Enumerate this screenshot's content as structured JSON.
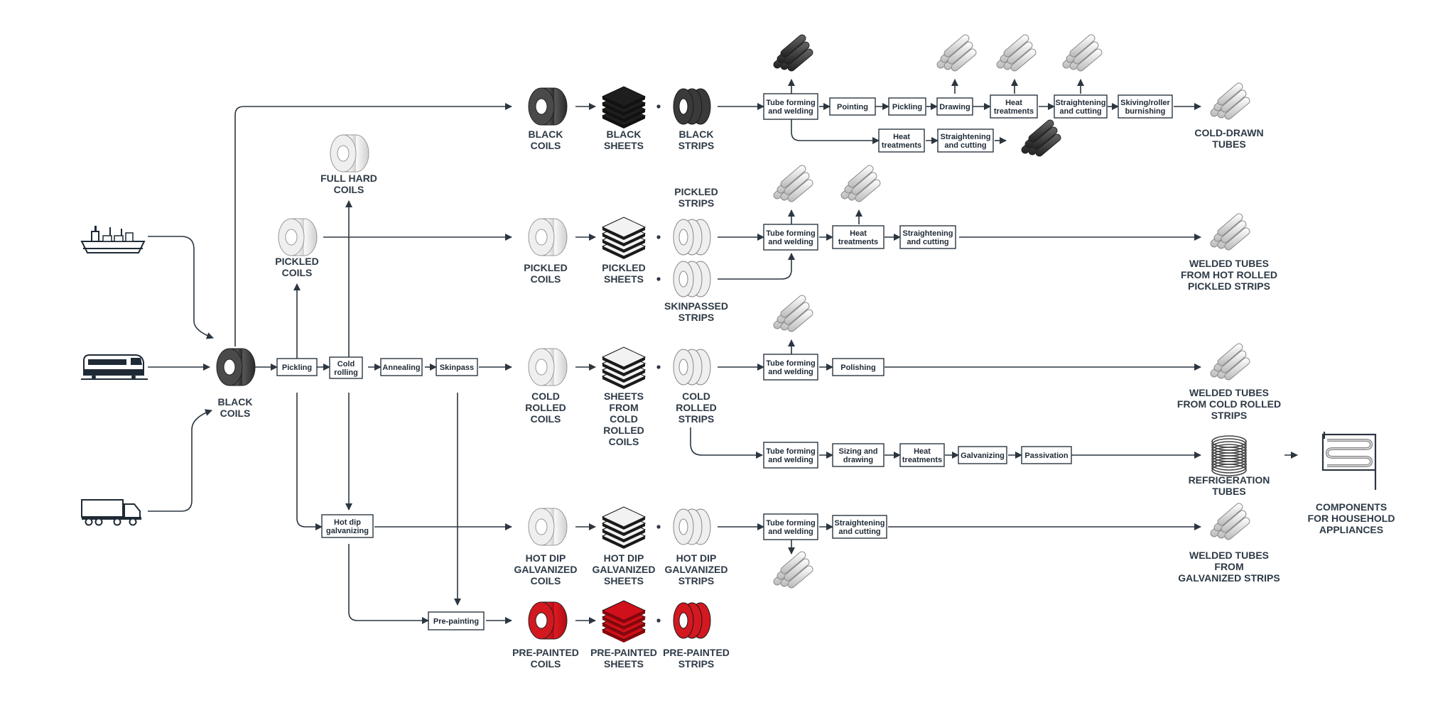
{
  "colors": {
    "ink": "#2b3641",
    "red": "#d0101a",
    "darkCoil": "#3a3a3a",
    "lightCoil": "#e6e6e6"
  },
  "icons": [
    "ship-icon",
    "train-icon",
    "truck-icon",
    "coil-icon",
    "sheet-stack-icon",
    "strip-icon",
    "tube-bundle-icon",
    "refrigeration-coil-icon",
    "appliance-component-icon"
  ],
  "processes": {
    "pickling": "Pickling",
    "cold_rolling": [
      "Cold",
      "rolling"
    ],
    "annealing": "Annealing",
    "skinpass": "Skinpass",
    "hot_dip_galvanizing": [
      "Hot dip",
      "galvanizing"
    ],
    "pre_painting": "Pre-painting",
    "r1": {
      "tube_forming": [
        "Tube forming",
        "and welding"
      ],
      "pointing": "Pointing",
      "pickling": "Pickling",
      "drawing": "Drawing",
      "heat": [
        "Heat",
        "treatments"
      ],
      "straight": [
        "Straightening",
        "and cutting"
      ],
      "skiving": [
        "Skiving/roller",
        "burnishing"
      ],
      "heat2": [
        "Heat",
        "treatments"
      ],
      "straight2": [
        "Straightening",
        "and cutting"
      ]
    },
    "r2": {
      "tube_forming": [
        "Tube forming",
        "and welding"
      ],
      "heat": [
        "Heat",
        "treatments"
      ],
      "straight": [
        "Straightening",
        "and cutting"
      ]
    },
    "r3": {
      "tube_forming": [
        "Tube forming",
        "and welding"
      ],
      "polishing": "Polishing"
    },
    "r4": {
      "tube_forming": [
        "Tube forming",
        "and welding"
      ],
      "sizing": [
        "Sizing and",
        "drawing"
      ],
      "heat": [
        "Heat",
        "treatments"
      ],
      "galvanizing": "Galvanizing",
      "passivation": "Passivation"
    },
    "r5": {
      "tube_forming": [
        "Tube forming",
        "and welding"
      ],
      "straight": [
        "Straightening",
        "and cutting"
      ]
    }
  },
  "products": {
    "black_coils_in": [
      "BLACK",
      "COILS"
    ],
    "pickled_coils_in": [
      "PICKLED",
      "COILS"
    ],
    "full_hard_coils": [
      "FULL HARD",
      "COILS"
    ],
    "black_coils": [
      "BLACK",
      "COILS"
    ],
    "black_sheets": [
      "BLACK",
      "SHEETS"
    ],
    "black_strips": [
      "BLACK",
      "STRIPS"
    ],
    "pickled_coils": [
      "PICKLED",
      "COILS"
    ],
    "pickled_sheets": [
      "PICKLED",
      "SHEETS"
    ],
    "pickled_strips": [
      "PICKLED",
      "STRIPS"
    ],
    "skinpassed_strips": [
      "SKINPASSED",
      "STRIPS"
    ],
    "cold_rolled_coils": [
      "COLD",
      "ROLLED",
      "COILS"
    ],
    "sheets_cold_rolled": [
      "SHEETS",
      "FROM",
      "COLD",
      "ROLLED",
      "COILS"
    ],
    "cold_rolled_strips": [
      "COLD",
      "ROLLED",
      "STRIPS"
    ],
    "hdg_coils": [
      "HOT DIP",
      "GALVANIZED",
      "COILS"
    ],
    "hdg_sheets": [
      "HOT DIP",
      "GALVANIZED",
      "SHEETS"
    ],
    "hdg_strips": [
      "HOT DIP",
      "GALVANIZED",
      "STRIPS"
    ],
    "pp_coils": [
      "PRE-PAINTED",
      "COILS"
    ],
    "pp_sheets": [
      "PRE-PAINTED",
      "SHEETS"
    ],
    "pp_strips": [
      "PRE-PAINTED",
      "STRIPS"
    ]
  },
  "outputs": {
    "cold_drawn": [
      "COLD-DRAWN",
      "TUBES"
    ],
    "welded_hot_rolled": [
      "WELDED TUBES",
      "FROM HOT ROLLED",
      "PICKLED STRIPS"
    ],
    "welded_cold_rolled": [
      "WELDED TUBES",
      "FROM COLD ROLLED",
      "STRIPS"
    ],
    "refrigeration": [
      "REFRIGERATION",
      "TUBES"
    ],
    "welded_galvanized": [
      "WELDED TUBES",
      "FROM",
      "GALVANIZED STRIPS"
    ],
    "components": [
      "COMPONENTS",
      "FOR HOUSEHOLD",
      "APPLIANCES"
    ]
  }
}
